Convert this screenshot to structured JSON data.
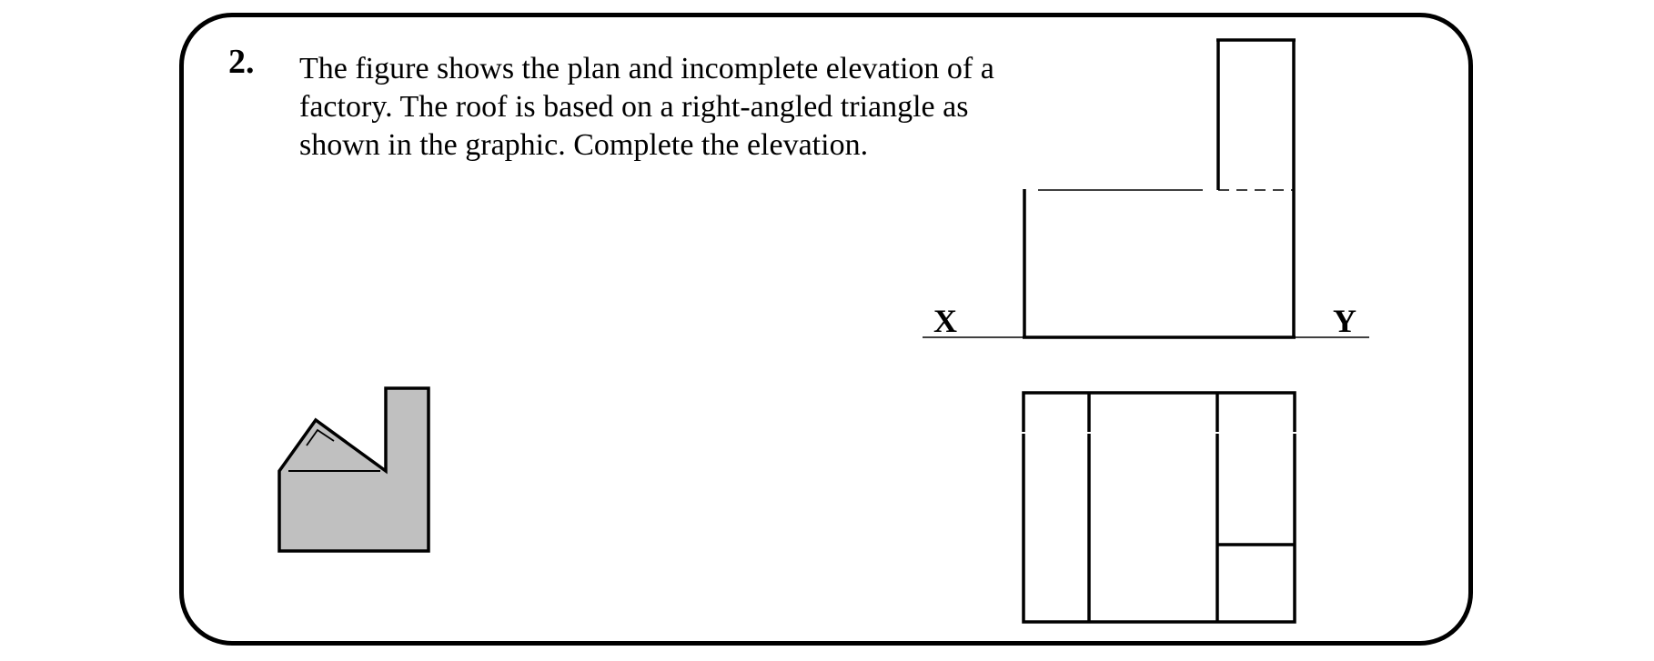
{
  "question": {
    "number": "2.",
    "lines": [
      "The figure shows the plan and incomplete elevation of a",
      "factory.  The roof is based on a right-angled triangle as",
      "shown in the graphic.  Complete the elevation."
    ]
  },
  "elevation": {
    "xy_labels": {
      "left": "X",
      "right": "Y"
    }
  },
  "graphic": {
    "fill_color": "#c0c0c0",
    "description": "factory silhouette with pitched roof and chimney"
  },
  "colors": {
    "line": "#000000",
    "background": "#ffffff",
    "graphic_fill": "#c0c0c0"
  }
}
